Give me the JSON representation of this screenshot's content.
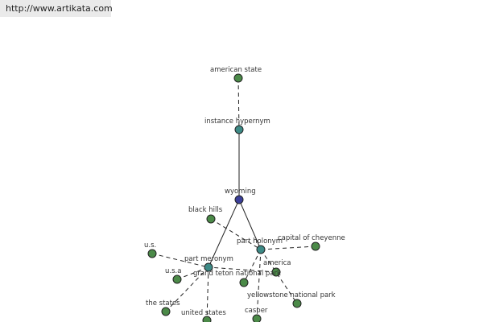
{
  "header": {
    "url": "http://www.artikata.com"
  },
  "colors": {
    "root": "#3b3f99",
    "relation": "#3d8a86",
    "term": "#4b8a48"
  },
  "nodes": [
    {
      "id": "american-state",
      "label": "american state",
      "kind": "term"
    },
    {
      "id": "instance-hypernym",
      "label": "instance hypernym",
      "kind": "relation"
    },
    {
      "id": "wyoming",
      "label": "wyoming",
      "kind": "root"
    },
    {
      "id": "black-hills",
      "label": "black hills",
      "kind": "term"
    },
    {
      "id": "part-holonym",
      "label": "part holonym",
      "kind": "relation"
    },
    {
      "id": "capital-of-cheyenne",
      "label": "capital of cheyenne",
      "kind": "term"
    },
    {
      "id": "us-dot",
      "label": "u.s.",
      "kind": "term"
    },
    {
      "id": "part-meronym",
      "label": "part meronym",
      "kind": "relation"
    },
    {
      "id": "america",
      "label": "america",
      "kind": "term"
    },
    {
      "id": "usa",
      "label": "u.s.a",
      "kind": "term"
    },
    {
      "id": "grand-teton",
      "label": "grand teton national park",
      "kind": "term"
    },
    {
      "id": "yellowstone",
      "label": "yellowstone national park",
      "kind": "term"
    },
    {
      "id": "the-states",
      "label": "the states",
      "kind": "term"
    },
    {
      "id": "united-states",
      "label": "united states",
      "kind": "term"
    },
    {
      "id": "casper",
      "label": "casper",
      "kind": "term"
    }
  ],
  "edges": [
    {
      "from": "american-state",
      "to": "instance-hypernym",
      "style": "dashed"
    },
    {
      "from": "instance-hypernym",
      "to": "wyoming",
      "style": "solid"
    },
    {
      "from": "wyoming",
      "to": "part-holonym",
      "style": "solid"
    },
    {
      "from": "wyoming",
      "to": "part-meronym",
      "style": "solid"
    },
    {
      "from": "black-hills",
      "to": "part-holonym",
      "style": "dashed"
    },
    {
      "from": "capital-of-cheyenne",
      "to": "part-holonym",
      "style": "dashed"
    },
    {
      "from": "part-holonym",
      "to": "grand-teton",
      "style": "dashed"
    },
    {
      "from": "part-holonym",
      "to": "yellowstone",
      "style": "dashed"
    },
    {
      "from": "part-holonym",
      "to": "casper",
      "style": "dashed"
    },
    {
      "from": "us-dot",
      "to": "part-meronym",
      "style": "dashed"
    },
    {
      "from": "usa",
      "to": "part-meronym",
      "style": "dashed"
    },
    {
      "from": "america",
      "to": "part-meronym",
      "style": "dashed"
    },
    {
      "from": "part-meronym",
      "to": "the-states",
      "style": "dashed"
    },
    {
      "from": "part-meronym",
      "to": "united-states",
      "style": "dashed"
    }
  ]
}
